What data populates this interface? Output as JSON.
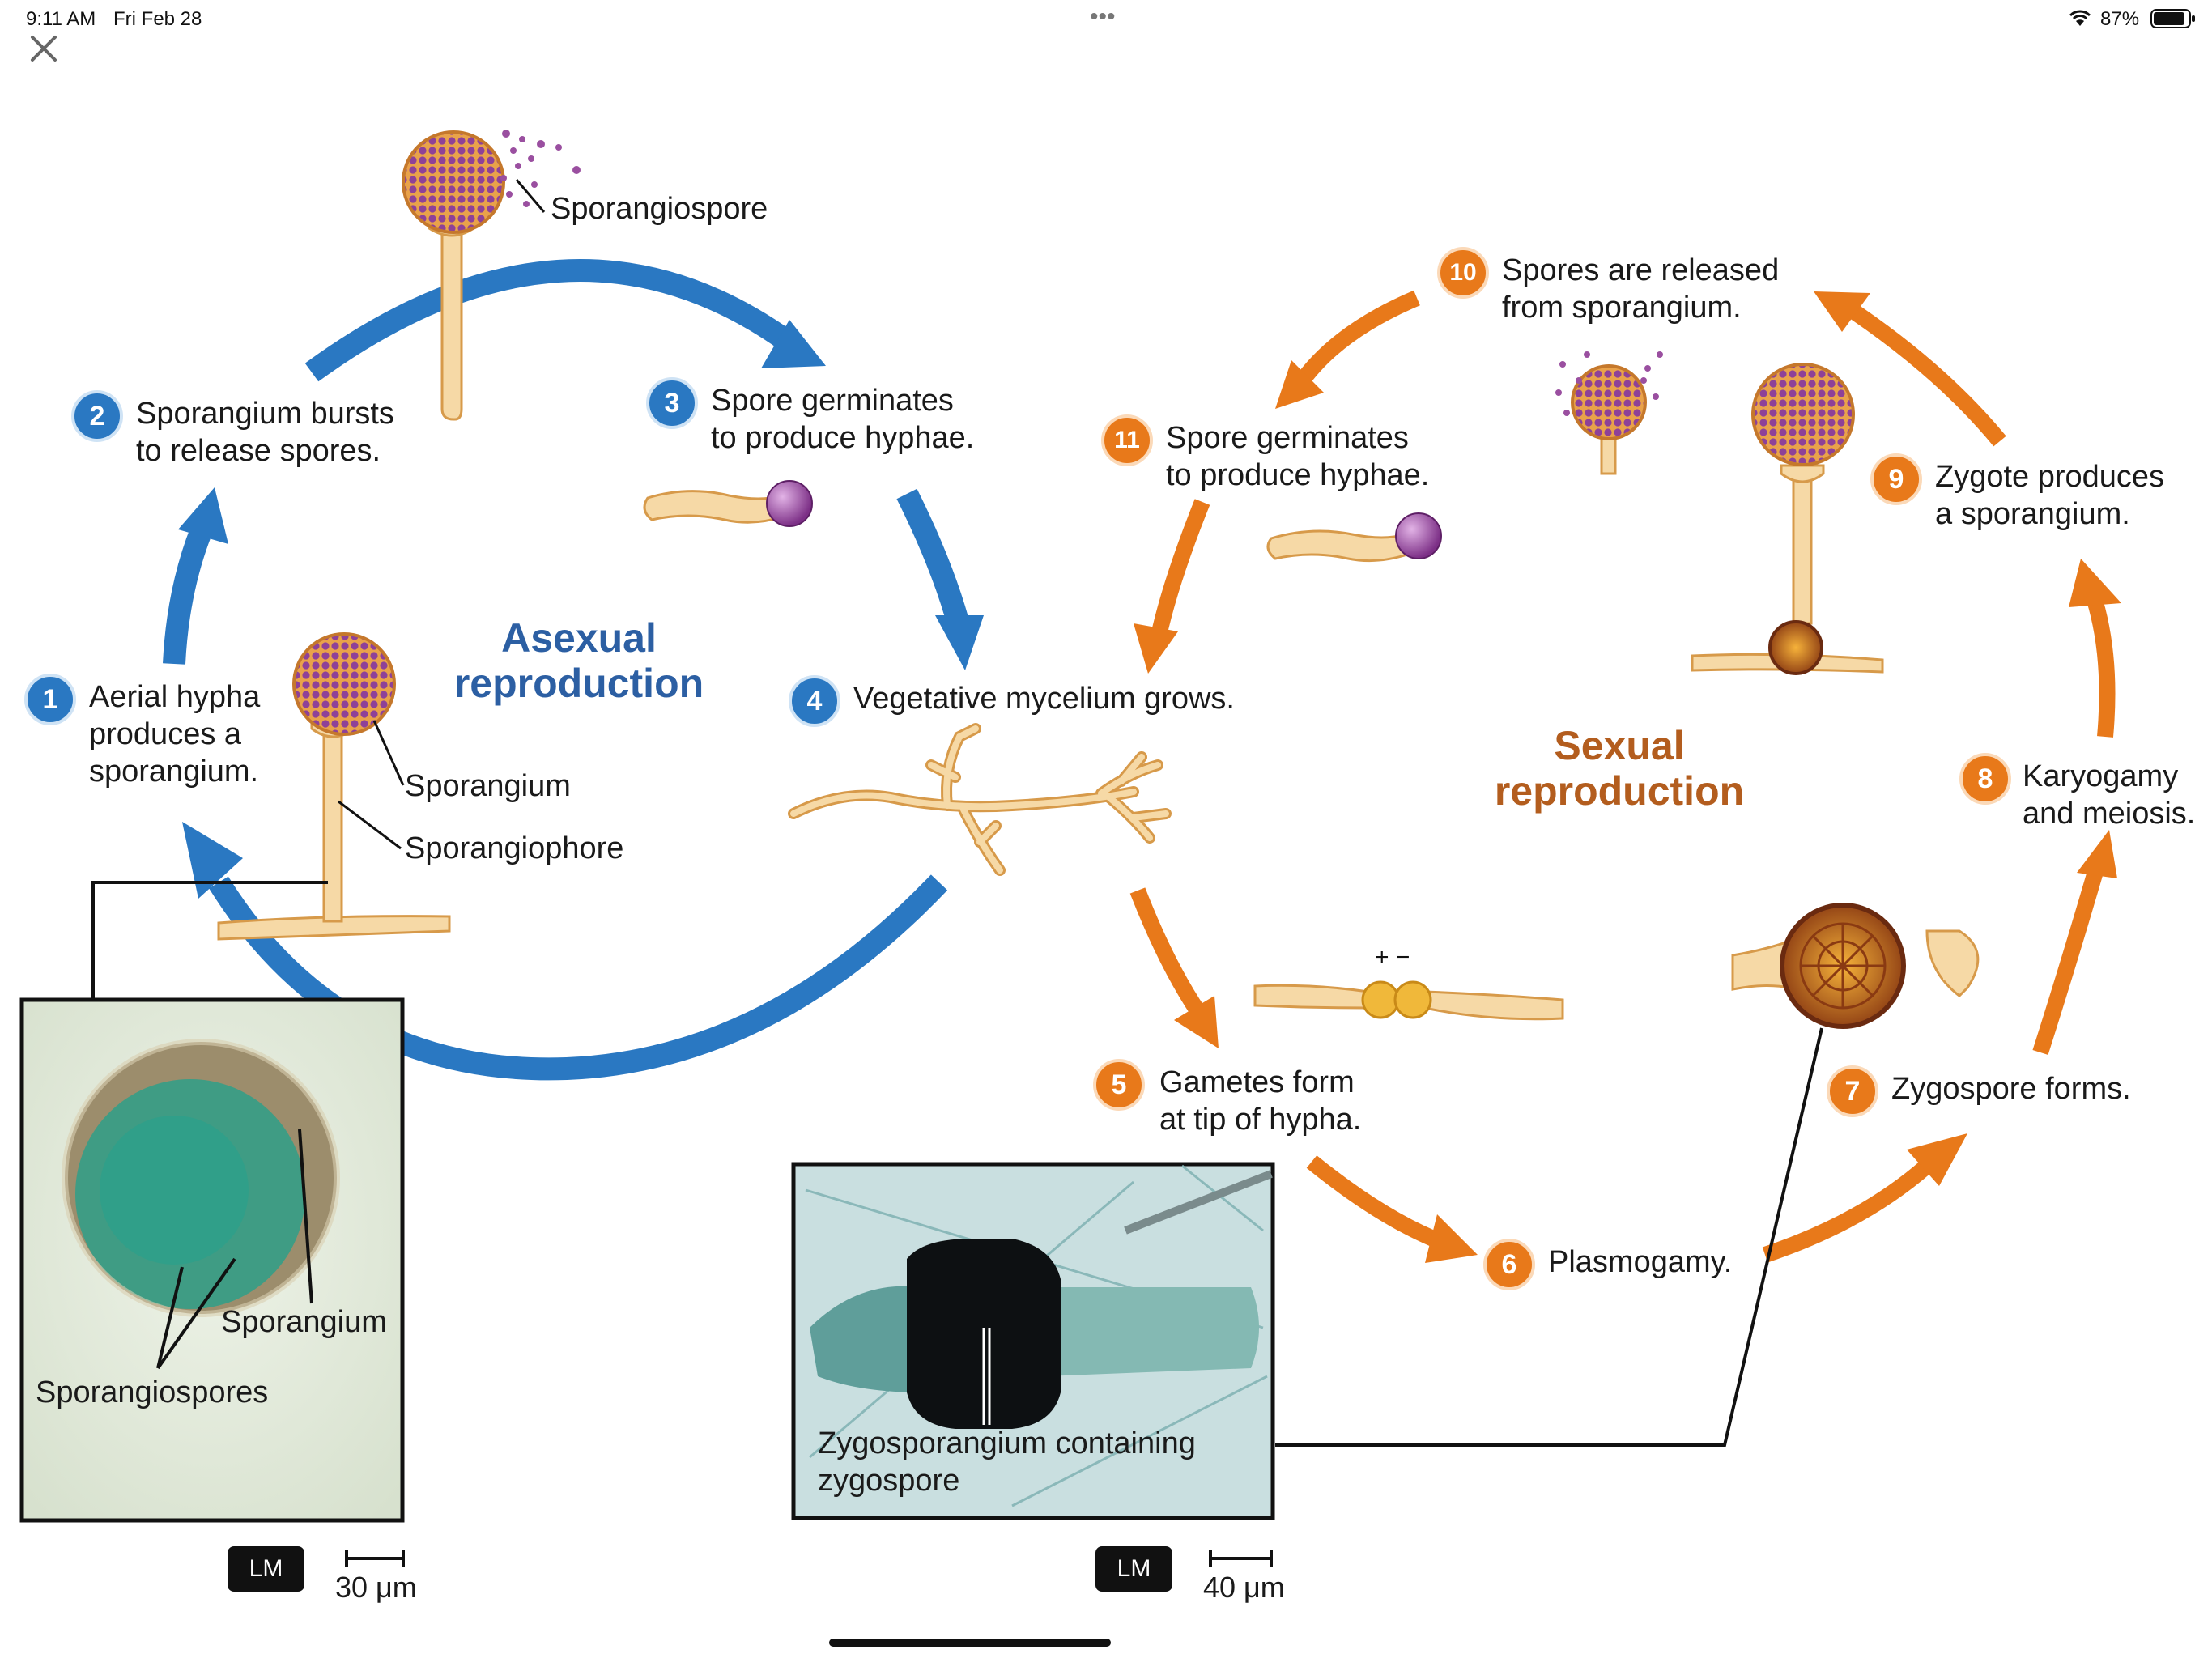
{
  "status_bar": {
    "time": "9:11 AM",
    "date": "Fri Feb 28",
    "battery": "87%",
    "dots": "•••"
  },
  "asexual": {
    "title_line1": "Asexual",
    "title_line2": "reproduction",
    "steps": [
      {
        "num": "1",
        "line1": "Aerial hypha",
        "line2": "produces a",
        "line3": "sporangium."
      },
      {
        "num": "2",
        "line1": "Sporangium bursts",
        "line2": "to release spores."
      },
      {
        "num": "3",
        "line1": "Spore germinates",
        "line2": "to produce hyphae."
      },
      {
        "num": "4",
        "line1": "Vegetative mycelium grows."
      }
    ],
    "labels": {
      "sporangiospore": "Sporangiospore",
      "sporangium": "Sporangium",
      "sporangiophore": "Sporangiophore"
    }
  },
  "sexual": {
    "title_line1": "Sexual",
    "title_line2": "reproduction",
    "steps": [
      {
        "num": "5",
        "line1": "Gametes form",
        "line2": "at tip of hypha."
      },
      {
        "num": "6",
        "line1": "Plasmogamy."
      },
      {
        "num": "7",
        "line1": "Zygospore forms."
      },
      {
        "num": "8",
        "line1": "Karyogamy",
        "line2": "and meiosis."
      },
      {
        "num": "9",
        "line1": "Zygote produces",
        "line2": "a sporangium."
      },
      {
        "num": "10",
        "line1": "Spores are released",
        "line2": "from sporangium."
      },
      {
        "num": "11",
        "line1": "Spore germinates",
        "line2": "to produce hyphae."
      }
    ],
    "mating_signs": "+  −"
  },
  "micrograph_left": {
    "label_sporangium": "Sporangium",
    "label_sporangiospores": "Sporangiospores",
    "lm": "LM",
    "scale": "30 μm"
  },
  "micrograph_right": {
    "label_line1": "Zygosporangium containing",
    "label_line2": "zygospore",
    "lm": "LM",
    "scale": "40 μm"
  },
  "colors": {
    "blue": "#2a78c2",
    "orange": "#e8791a",
    "hypha": "#f6d9a6",
    "spore": "#9a4fa0"
  }
}
